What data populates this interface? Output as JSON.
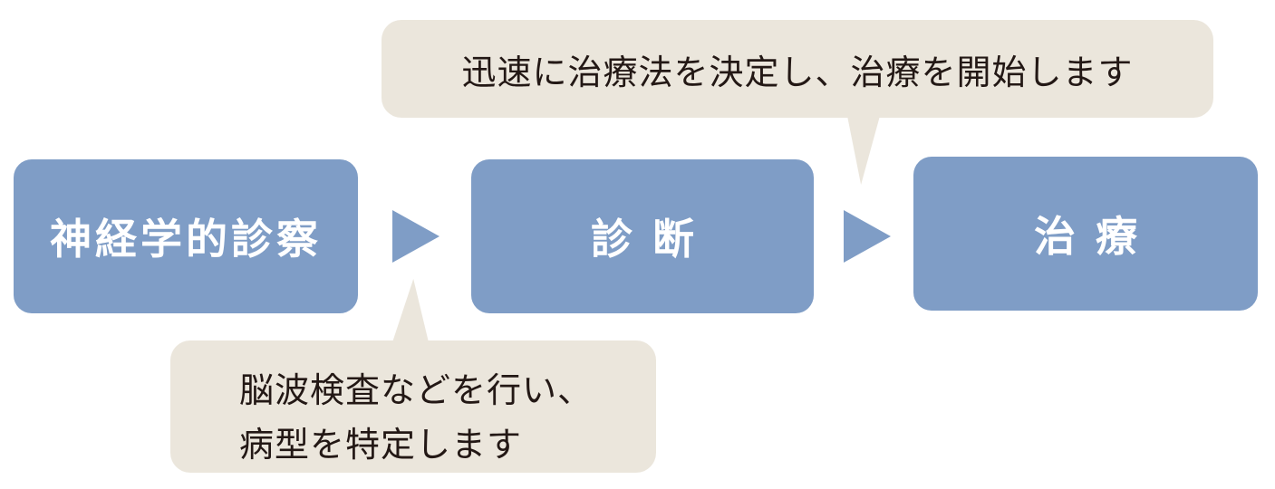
{
  "steps": [
    {
      "label": "神経学的診察"
    },
    {
      "label": "診断"
    },
    {
      "label": "治療"
    }
  ],
  "notes": {
    "top": "迅速に治療法を決定し、治療を開始します",
    "bottom_line_1": "脳波検査などを行い、",
    "bottom_line_2": "病型を特定します"
  },
  "colors": {
    "step_fill": "#7f9dc6",
    "step_text": "#ffffff",
    "bubble_fill": "#ebe6dc",
    "bubble_text": "#231815"
  },
  "icons": [
    "arrow-right-icon",
    "arrow-right-icon"
  ]
}
